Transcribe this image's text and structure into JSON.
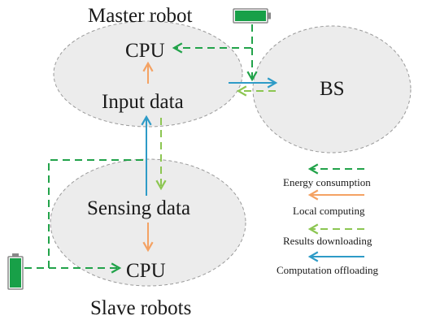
{
  "labels": {
    "master_robot": "Master robot",
    "slave_robots": "Slave robots",
    "master_cpu": "CPU",
    "input_data": "Input data",
    "bs": "BS",
    "sensing_data": "Sensing data",
    "slave_cpu": "CPU"
  },
  "legend": {
    "energy": "Energy consumption",
    "local": "Local computing",
    "results": "Results downloading",
    "offloading": "Computation offloading"
  },
  "colors": {
    "energy": "#22a34a",
    "local": "#f4a263",
    "results": "#8cc652",
    "offloading": "#2e9bc7",
    "node_fill": "#ececec",
    "node_stroke": "#9a9a9a",
    "battery": "#18a048"
  }
}
